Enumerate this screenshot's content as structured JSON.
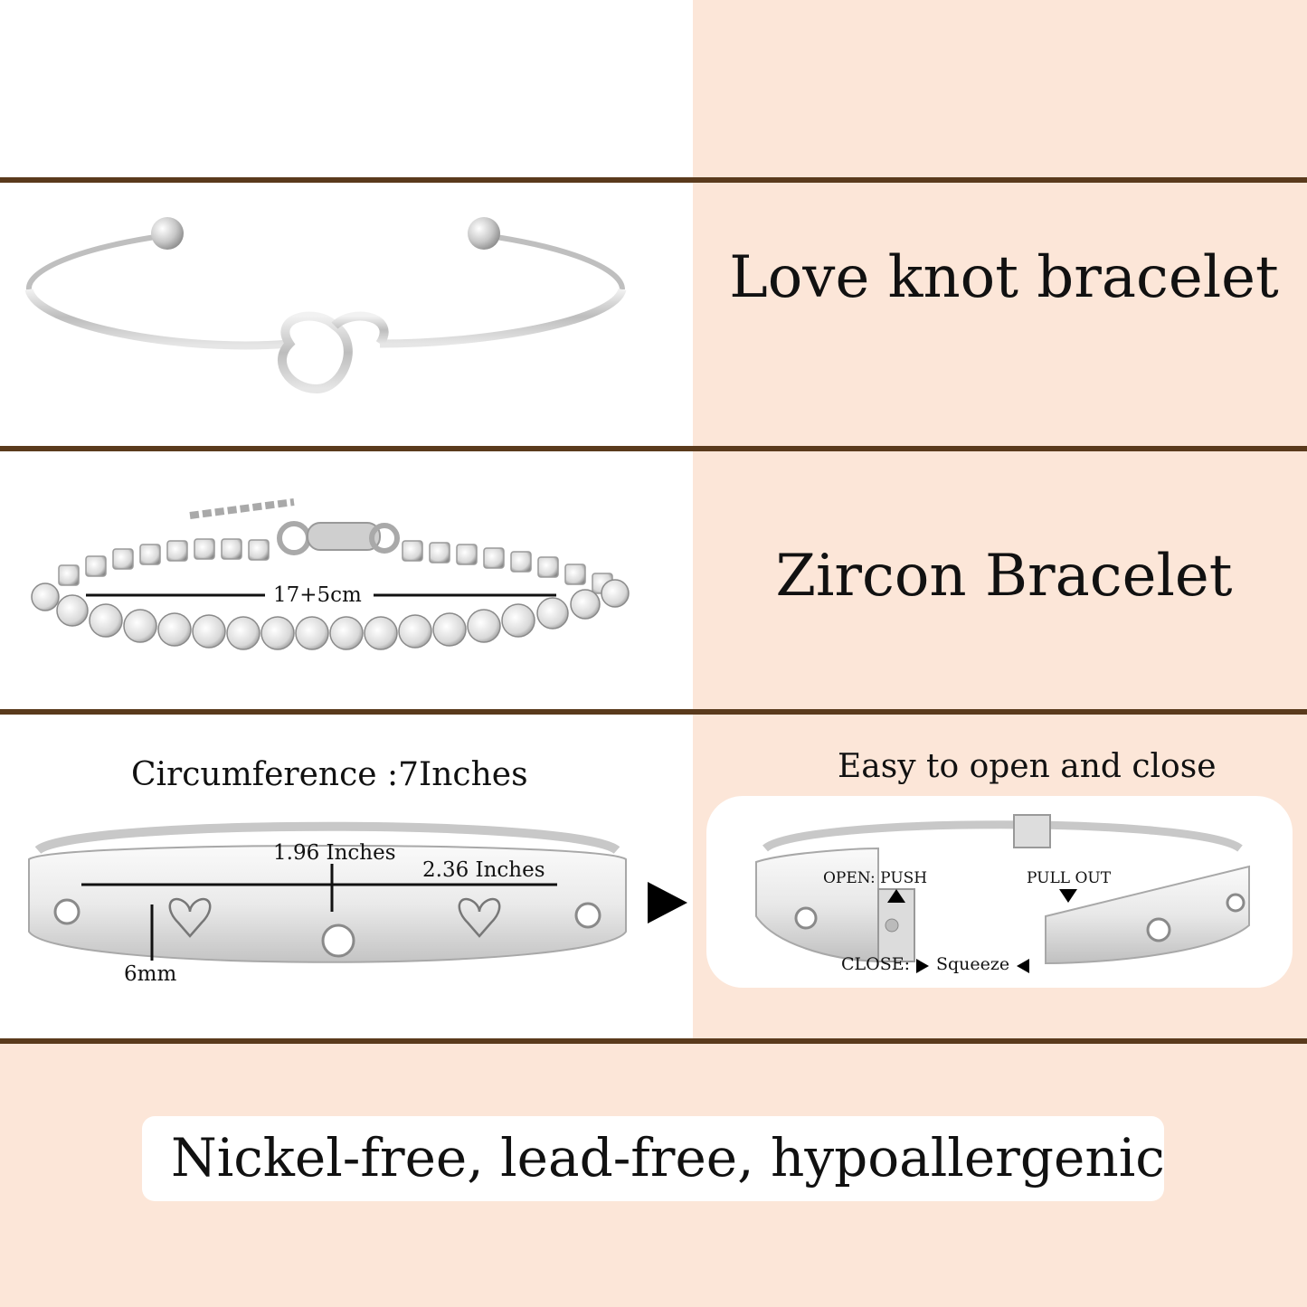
{
  "colors": {
    "peach_panel": "#fce6d8",
    "divider": "#5a3a1c",
    "text": "#111111",
    "silver": "#c9c9c9"
  },
  "row1": {
    "title": "Love knot bracelet",
    "image": "love-knot-cuff-bracelet"
  },
  "row2": {
    "title": "Zircon Bracelet",
    "length_label": "17+5cm",
    "image": "zircon-tennis-bracelet"
  },
  "row3": {
    "left": {
      "heading": "Circumference :7Inches",
      "dim_height": "1.96 Inches",
      "dim_width": "2.36 Inches",
      "dim_thickness": "6mm",
      "image": "heart-bangle-bracelet"
    },
    "right": {
      "heading": "Easy to open and close",
      "open_label": "OPEN: PUSH",
      "pull_label": "PULL OUT",
      "close_label": "CLOSE:",
      "squeeze_label": "Squeeze",
      "image": "bangle-open-clasp"
    }
  },
  "footer": {
    "text": "Nickel-free, lead-free, hypoallergenic"
  }
}
